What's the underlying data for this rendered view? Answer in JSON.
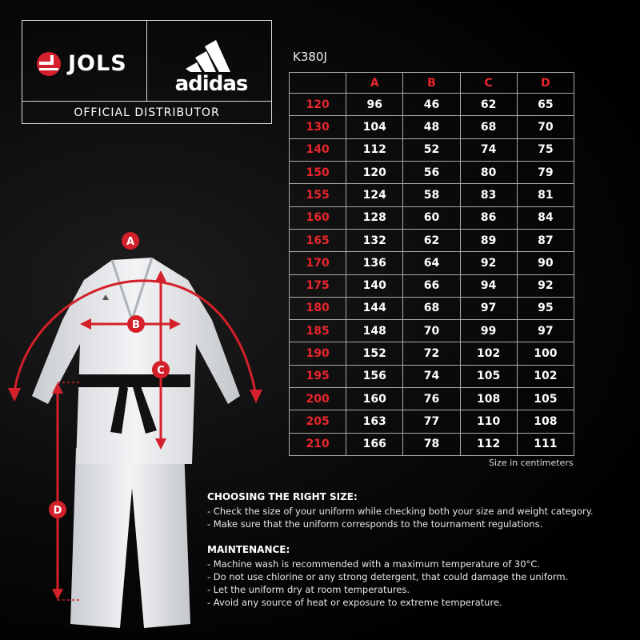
{
  "header": {
    "jols_text": "JOLS",
    "adidas_text": "adidas",
    "distributor": "OFFICIAL DISTRIBUTOR",
    "jols_logo_color": "#d4202a"
  },
  "model": "K380J",
  "table": {
    "headers": [
      "",
      "A",
      "B",
      "C",
      "D"
    ],
    "rows": [
      [
        "120",
        "96",
        "46",
        "62",
        "65"
      ],
      [
        "130",
        "104",
        "48",
        "68",
        "70"
      ],
      [
        "140",
        "112",
        "52",
        "74",
        "75"
      ],
      [
        "150",
        "120",
        "56",
        "80",
        "79"
      ],
      [
        "155",
        "124",
        "58",
        "83",
        "81"
      ],
      [
        "160",
        "128",
        "60",
        "86",
        "84"
      ],
      [
        "165",
        "132",
        "62",
        "89",
        "87"
      ],
      [
        "170",
        "136",
        "64",
        "92",
        "90"
      ],
      [
        "175",
        "140",
        "66",
        "94",
        "92"
      ],
      [
        "180",
        "144",
        "68",
        "97",
        "95"
      ],
      [
        "185",
        "148",
        "70",
        "99",
        "97"
      ],
      [
        "190",
        "152",
        "72",
        "102",
        "100"
      ],
      [
        "195",
        "156",
        "74",
        "105",
        "102"
      ],
      [
        "200",
        "160",
        "76",
        "108",
        "105"
      ],
      [
        "205",
        "163",
        "77",
        "110",
        "108"
      ],
      [
        "210",
        "166",
        "78",
        "112",
        "111"
      ]
    ],
    "units": "Size in centimeters",
    "accent_color": "#e8262d"
  },
  "choosing": {
    "title": "CHOOSING THE RIGHT SIZE:",
    "lines": [
      "- Check the size of your uniform while checking both your size and weight category.",
      "- Make sure that the uniform corresponds to the tournament regulations."
    ]
  },
  "maintenance": {
    "title": "MAINTENANCE:",
    "lines": [
      "- Machine wash is recommended with a maximum temperature of 30°C.",
      "- Do not use chlorine or any strong detergent, that could damage the uniform.",
      "- Let the uniform dry at room temperatures.",
      "- Avoid any source of heat or exposure to extreme temperature."
    ]
  },
  "markers": {
    "a": "A",
    "b": "B",
    "c": "C",
    "d": "D"
  }
}
